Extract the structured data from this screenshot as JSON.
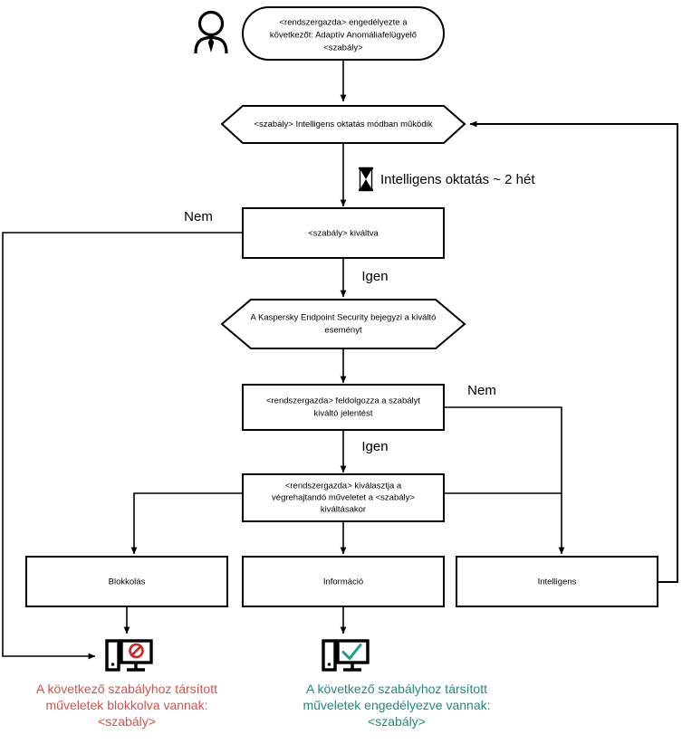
{
  "diagram": {
    "title": "Adaptiv Anomaliafelugyelo szabaly folyamatabra",
    "colors": {
      "blocked_caption": "#d4524a",
      "allowed_caption": "#1f8a7d",
      "line": "#000000",
      "node_fill": "#ffffff"
    },
    "actor": {
      "icon": "person-icon",
      "label": ""
    },
    "nodes": {
      "start": {
        "shape": "rounded",
        "lines": [
          "<rendszergazda> engedélyezte a",
          "következőt: Adaptív Anomáliafelügyelő",
          "<szabály>"
        ]
      },
      "smart_mode": {
        "shape": "hexagon",
        "lines": [
          "<szabály> Intelligens oktatás módban működik"
        ]
      },
      "triggered": {
        "shape": "rect",
        "lines": [
          "<szabály> kiváltva"
        ]
      },
      "log_event": {
        "shape": "hexagon",
        "lines": [
          "A Kaspersky Endpoint Security bejegyzi a kiváltó",
          "eseményt"
        ]
      },
      "process_report": {
        "shape": "rect",
        "lines": [
          "<rendszergazda>  feldolgozza a szabályt",
          "kiváltó jelentést"
        ]
      },
      "select_action": {
        "shape": "rect",
        "lines": [
          "<rendszergazda> kiválasztja a",
          "végrehajtandó műveletet a <szabály>",
          "kiváltásakor"
        ]
      },
      "action_block": {
        "shape": "rect",
        "lines": [
          "Blokkolás"
        ]
      },
      "action_info": {
        "shape": "rect",
        "lines": [
          "Információ"
        ]
      },
      "action_smart": {
        "shape": "rect",
        "lines": [
          "Intelligens"
        ]
      }
    },
    "timer": {
      "icon": "hourglass-icon",
      "label": "Intelligens oktatás ~ 2 hét"
    },
    "branch_labels": {
      "triggered_no": "Nem",
      "triggered_yes": "Igen",
      "report_no": "Nem",
      "report_yes": "Igen"
    },
    "outcomes": [
      {
        "icon": "monitor-blocked-icon",
        "caption_lines": [
          "A következő szabályhoz társított",
          "műveletek blokkolva vannak:",
          "<szabály>"
        ],
        "color": "#d4524a"
      },
      {
        "icon": "monitor-allowed-icon",
        "caption_lines": [
          "A következő szabályhoz társított",
          "műveletek engedélyezve vannak:",
          "<szabály>"
        ],
        "color": "#1f8a7d"
      }
    ]
  }
}
